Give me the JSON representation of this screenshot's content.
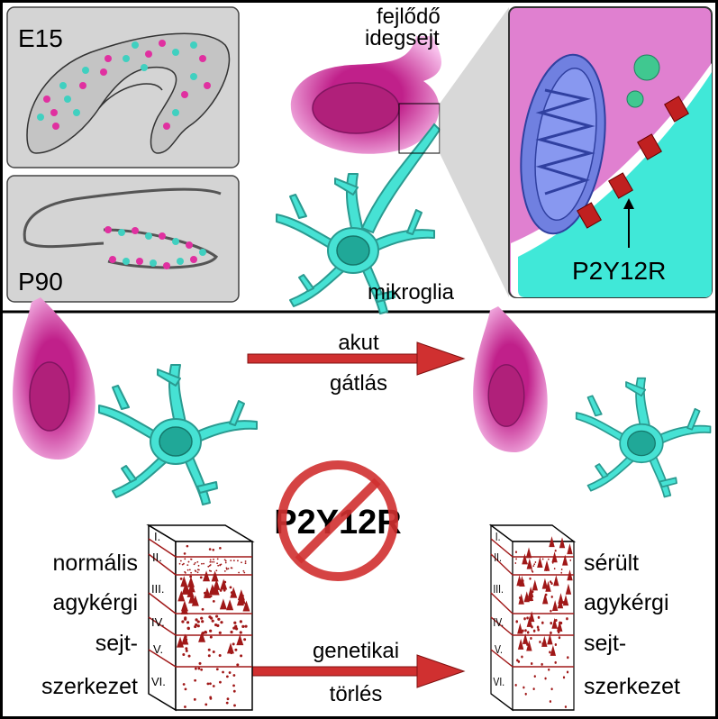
{
  "top": {
    "stage_early": "E15",
    "stage_adult": "P90",
    "neuron_label_line1": "fejlődő",
    "neuron_label_line2": "idegsejt",
    "microglia_label": "mikroglia",
    "receptor_label": "P2Y12R"
  },
  "bottom": {
    "acute_line1": "akut",
    "acute_line2": "gátlás",
    "genetic_line1": "genetikai",
    "genetic_line2": "törlés",
    "prohibited_label": "P2Y12R",
    "normal_lines": [
      "normális",
      "agykérgi",
      "sejt-",
      "szerkezet"
    ],
    "damaged_lines": [
      "sérült",
      "agykérgi",
      "sejt-",
      "szerkezet"
    ],
    "layers": [
      "I.",
      "II.",
      "III.",
      "IV.",
      "V.",
      "VI."
    ]
  },
  "colors": {
    "neuron": "#e040b0",
    "nucleus": "#b0207a",
    "microglia": "#40e0d0",
    "arrow": "#d03030",
    "cortex": "#a01818",
    "panel_gray": "#d4d4d4"
  }
}
